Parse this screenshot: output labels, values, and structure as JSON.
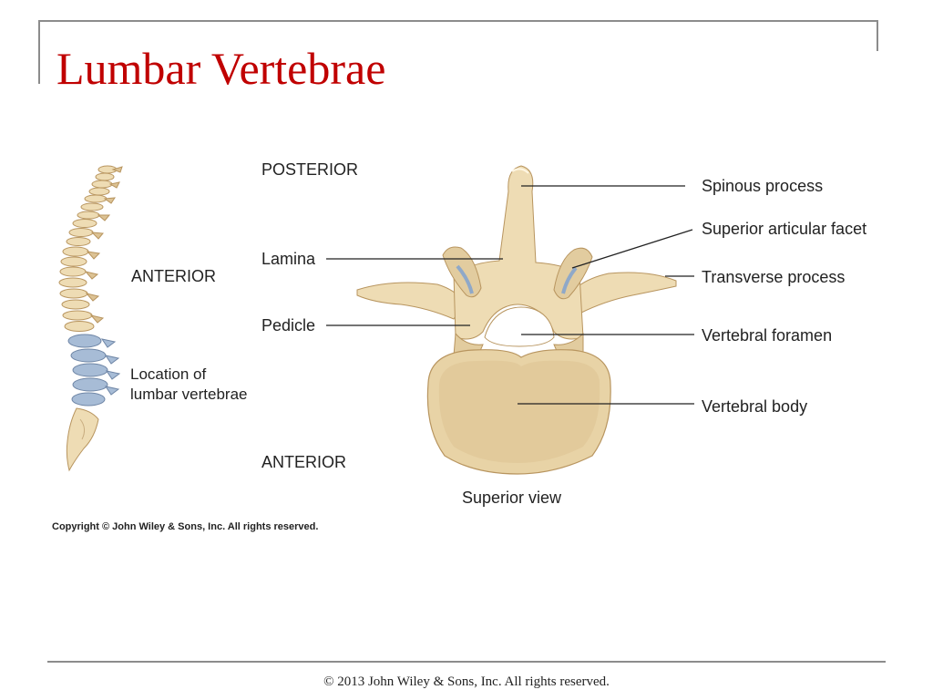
{
  "title": "Lumbar Vertebrae",
  "footer": "© 2013 John Wiley & Sons, Inc. All rights reserved.",
  "figure": {
    "copyright": "Copyright © John Wiley & Sons, Inc. All rights reserved.",
    "spine": {
      "orientation_label": "ANTERIOR",
      "caption_line1": "Location of",
      "caption_line2": "lumbar vertebrae"
    },
    "vertebra": {
      "posterior_label": "POSTERIOR",
      "anterior_label": "ANTERIOR",
      "view_caption": "Superior view",
      "labels": {
        "lamina": "Lamina",
        "pedicle": "Pedicle",
        "spinous_process": "Spinous process",
        "superior_articular_facet": "Superior articular facet",
        "transverse_process": "Transverse process",
        "vertebral_foramen": "Vertebral foramen",
        "vertebral_body": "Vertebral body"
      }
    },
    "colors": {
      "bone": "#eedcb4",
      "bone_shadow": "#c9ad80",
      "lumbar_highlight": "#a7bcd6",
      "title_red": "#c00000"
    }
  }
}
